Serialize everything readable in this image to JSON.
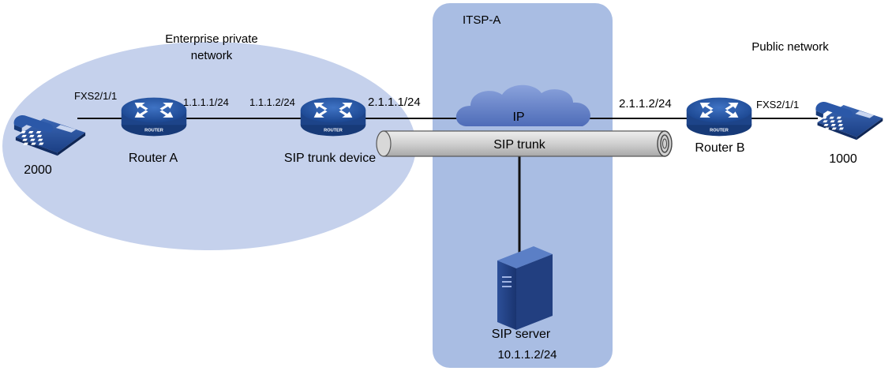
{
  "zones": {
    "enterprise": "Enterprise private network",
    "enterprise_line1": "Enterprise private",
    "enterprise_line2": "network",
    "itsp": "ITSP-A",
    "public": "Public network"
  },
  "devices": {
    "phone_left": "2000",
    "router_a": "Router A",
    "sip_trunk_device": "SIP trunk device",
    "cloud": "IP",
    "router_b": "Router B",
    "phone_right": "1000",
    "sip_server": "SIP server",
    "router_badge": "ROUTER"
  },
  "interfaces": {
    "router_a_fxs": "FXS2/1/1",
    "router_a_ip": "1.1.1.1/24",
    "trunk_inner_ip": "1.1.1.2/24",
    "trunk_outer_ip": "2.1.1.1/24",
    "router_b_ip": "2.1.1.2/24",
    "router_b_fxs": "FXS2/1/1",
    "sip_server_ip": "10.1.1.2/24"
  },
  "links": {
    "trunk": "SIP trunk"
  },
  "colors": {
    "enterprise_fill": "#c5d1ec",
    "itsp_fill": "#a9bde3",
    "device_blue": "#1f4f9a",
    "cloud_fill": "#6b86c9",
    "tube_fill": "#d6d6d6"
  }
}
